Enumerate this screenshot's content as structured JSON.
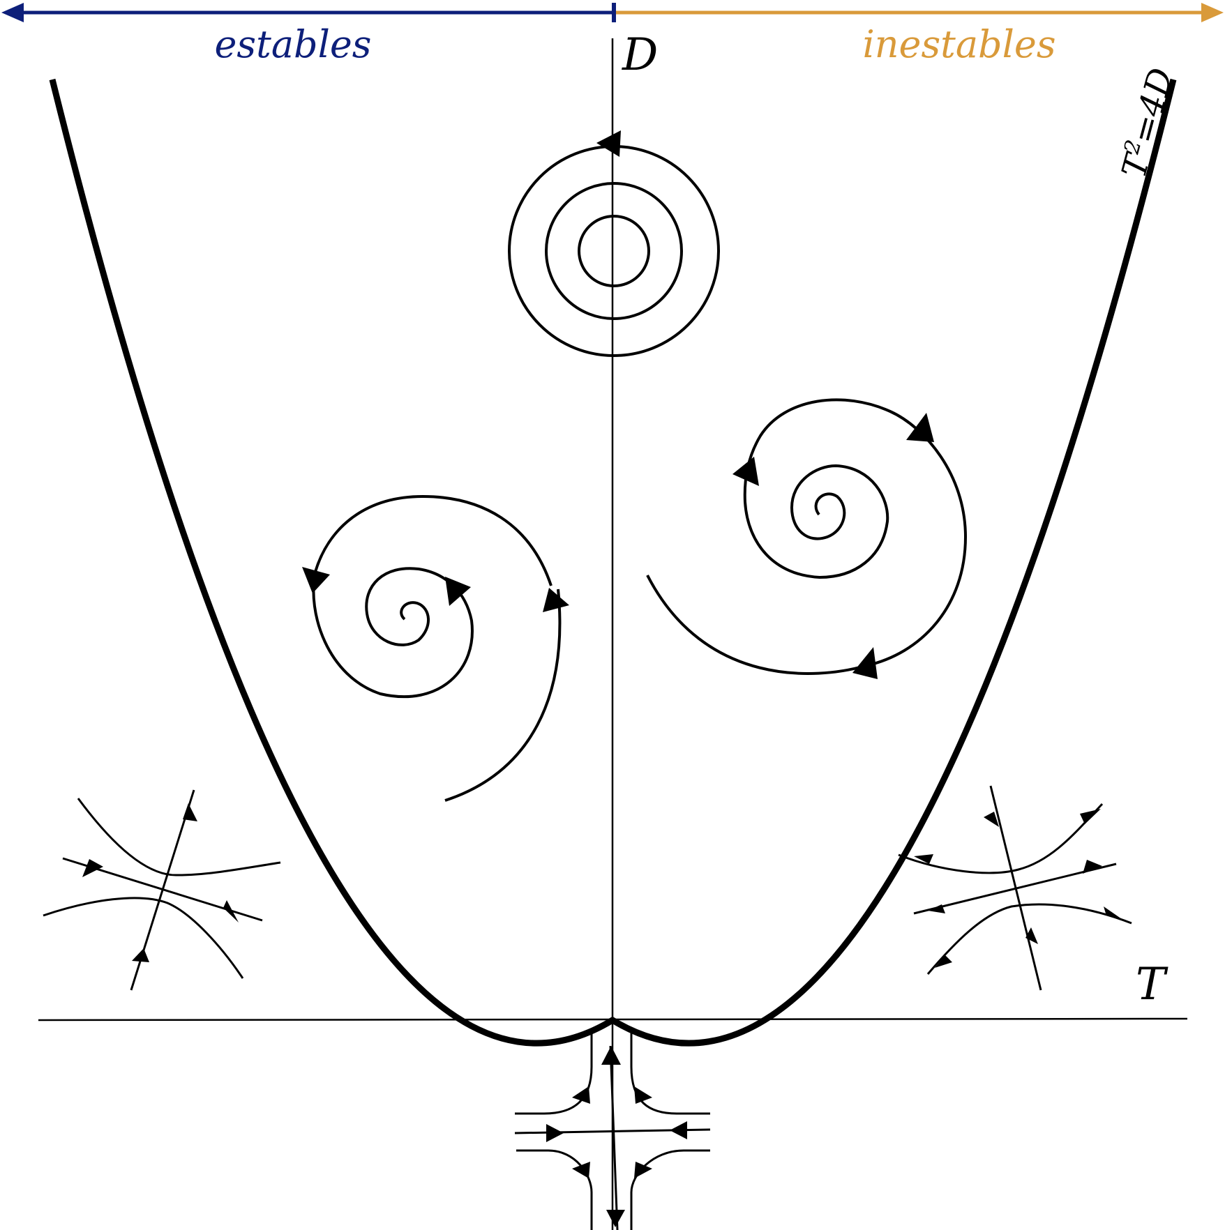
{
  "top_axis": {
    "left_label": "estables",
    "right_label": "inestables",
    "left_color": "#0d1f7a",
    "right_color": "#d99a3a"
  },
  "axes": {
    "vertical_label": "D",
    "horizontal_label": "T"
  },
  "parabola": {
    "label_main": "T",
    "label_sup": "2",
    "label_rest": "=4D"
  },
  "regions": [
    "center",
    "stable-spiral",
    "unstable-spiral",
    "saddle-left",
    "saddle-right",
    "degenerate-origin"
  ]
}
